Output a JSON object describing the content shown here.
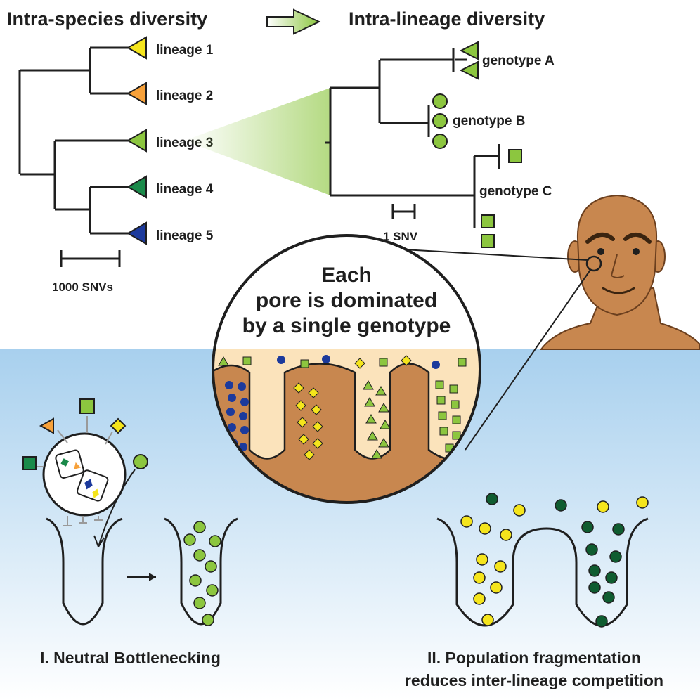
{
  "headers": {
    "left": "Intra-species diversity",
    "right": "Intra-lineage diversity"
  },
  "species_tree": {
    "lineages": [
      {
        "label": "lineage 1",
        "color": "#f5e51c"
      },
      {
        "label": "lineage 2",
        "color": "#f7a13a"
      },
      {
        "label": "lineage 3",
        "color": "#8cc63f"
      },
      {
        "label": "lineage 4",
        "color": "#1a8a4a"
      },
      {
        "label": "lineage 5",
        "color": "#1c3a9c"
      }
    ],
    "scale_label": "1000 SNVs"
  },
  "lineage_tree": {
    "genotypes": [
      {
        "label": "genotype A",
        "shape": "triangle"
      },
      {
        "label": "genotype B",
        "shape": "circle"
      },
      {
        "label": "genotype C",
        "shape": "square"
      }
    ],
    "scale_label": "1 SNV",
    "color": "#8cc63f"
  },
  "magnifier": {
    "lines": [
      "Each",
      "pore is dominated",
      "by a single genotype"
    ]
  },
  "panels": {
    "left_caption": "I. Neutral Bottlenecking",
    "right_caption_lines": [
      "II. Population fragmentation",
      "reduces inter-lineage competition"
    ]
  },
  "colors": {
    "skin": "#c8874f",
    "pore_fill": "#fbe3bb",
    "bg_blue": "#a8d0ee",
    "yellow": "#f5e51c",
    "dark_green": "#0f5c30",
    "navy": "#1c3a9c"
  }
}
